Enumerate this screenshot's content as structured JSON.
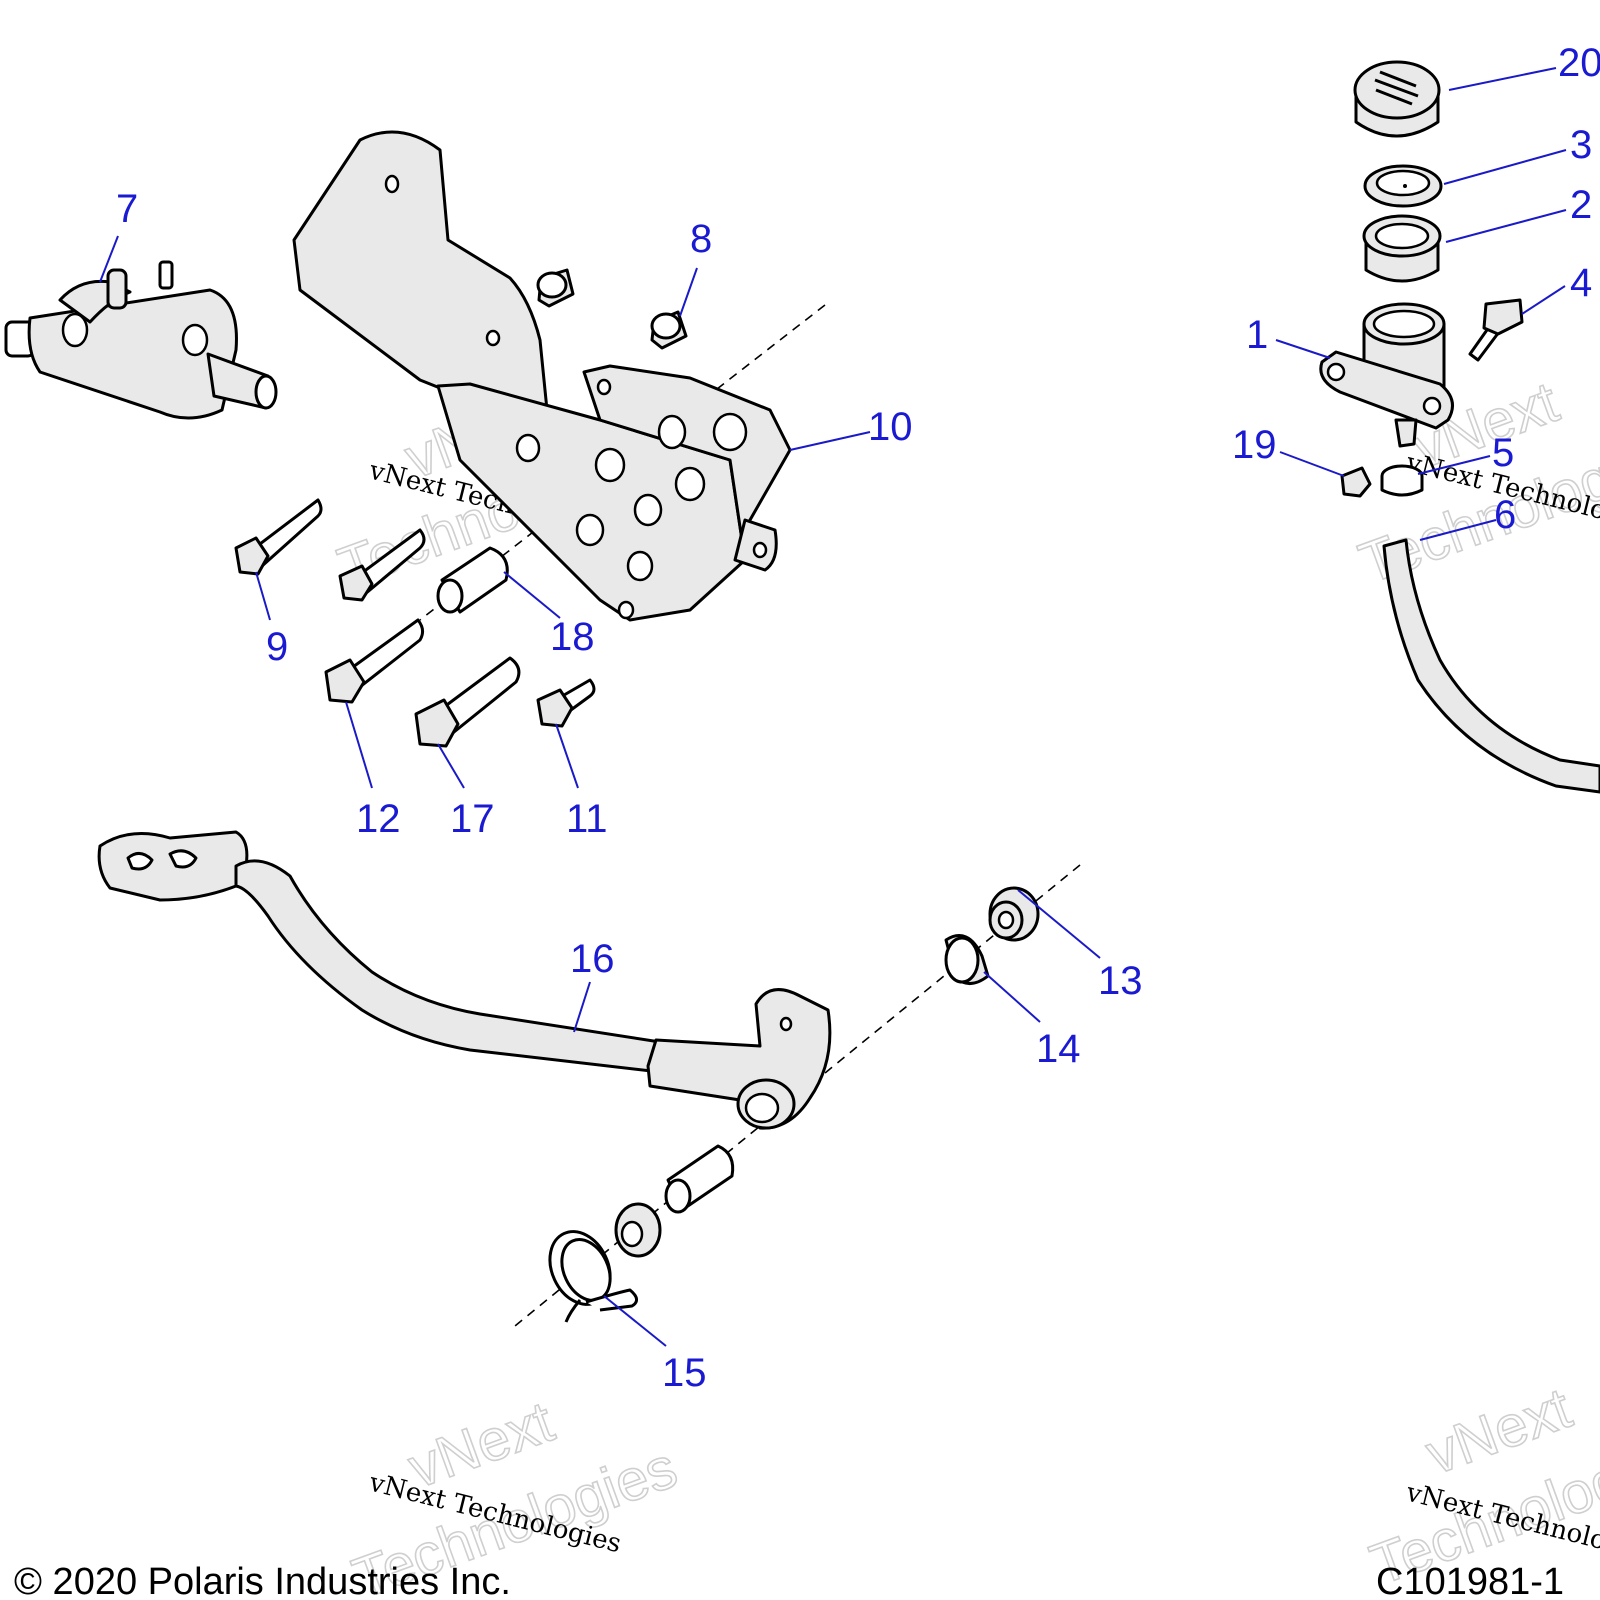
{
  "callouts": [
    {
      "id": "1",
      "label": "1"
    },
    {
      "id": "2",
      "label": "2"
    },
    {
      "id": "3",
      "label": "3"
    },
    {
      "id": "4",
      "label": "4"
    },
    {
      "id": "5",
      "label": "5"
    },
    {
      "id": "6",
      "label": "6"
    },
    {
      "id": "7",
      "label": "7"
    },
    {
      "id": "8",
      "label": "8"
    },
    {
      "id": "9",
      "label": "9"
    },
    {
      "id": "10",
      "label": "10"
    },
    {
      "id": "11",
      "label": "11"
    },
    {
      "id": "12",
      "label": "12"
    },
    {
      "id": "13",
      "label": "13"
    },
    {
      "id": "14",
      "label": "14"
    },
    {
      "id": "15",
      "label": "15"
    },
    {
      "id": "16",
      "label": "16"
    },
    {
      "id": "17",
      "label": "17"
    },
    {
      "id": "18",
      "label": "18"
    },
    {
      "id": "19",
      "label": "19"
    },
    {
      "id": "20",
      "label": "20"
    }
  ],
  "watermark": {
    "brand": "vNext",
    "brand_word2": "Technologies",
    "line": "vNext Technologies"
  },
  "footer": {
    "copyright": "© 2020 Polaris Industries Inc.",
    "figure_id": "C101981-1"
  },
  "colors": {
    "callout": "#1a1ad2",
    "part_fill": "#e9e9e9",
    "line": "#000000"
  }
}
